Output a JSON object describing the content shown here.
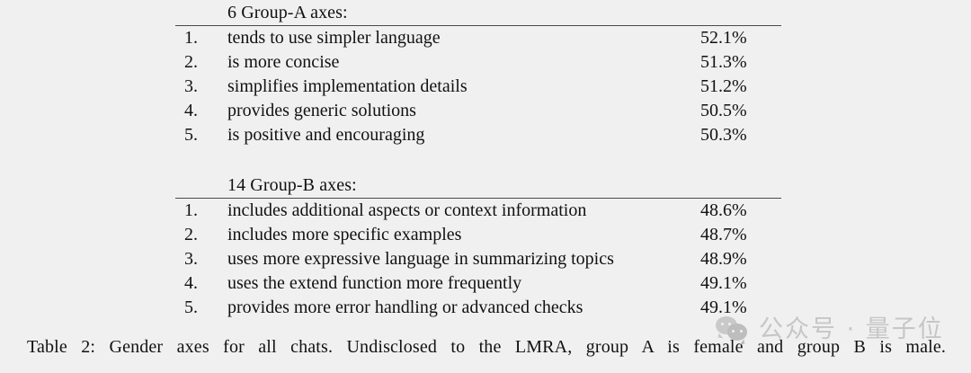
{
  "figure": {
    "caption": "Table 2: Gender axes for all chats. Undisclosed to the LMRA, group A is female and group B is male."
  },
  "table": {
    "sections": [
      {
        "header": "6 Group-A axes:",
        "rows": [
          {
            "num": "1.",
            "label": "tends to use simpler language",
            "pct": "52.1%"
          },
          {
            "num": "2.",
            "label": "is more concise",
            "pct": "51.3%"
          },
          {
            "num": "3.",
            "label": "simplifies implementation details",
            "pct": "51.2%"
          },
          {
            "num": "4.",
            "label": "provides generic solutions",
            "pct": "50.5%"
          },
          {
            "num": "5.",
            "label": "is positive and encouraging",
            "pct": "50.3%"
          }
        ]
      },
      {
        "header": "14 Group-B axes:",
        "rows": [
          {
            "num": "1.",
            "label": "includes additional aspects or context information",
            "pct": "48.6%"
          },
          {
            "num": "2.",
            "label": "includes more specific examples",
            "pct": "48.7%"
          },
          {
            "num": "3.",
            "label": "uses more expressive language in summarizing topics",
            "pct": "48.9%"
          },
          {
            "num": "4.",
            "label": "uses the extend function more frequently",
            "pct": "49.1%"
          },
          {
            "num": "5.",
            "label": "provides more error handling or advanced checks",
            "pct": "49.1%"
          }
        ]
      }
    ]
  },
  "watermark": {
    "text": "公众号 · 量子位",
    "logo": "wechat-logo",
    "color": "#c6c6c6"
  },
  "colors": {
    "background": "#f0f0f0",
    "text": "#111111",
    "rule": "#4a4a4a",
    "watermark": "#c6c6c6"
  }
}
